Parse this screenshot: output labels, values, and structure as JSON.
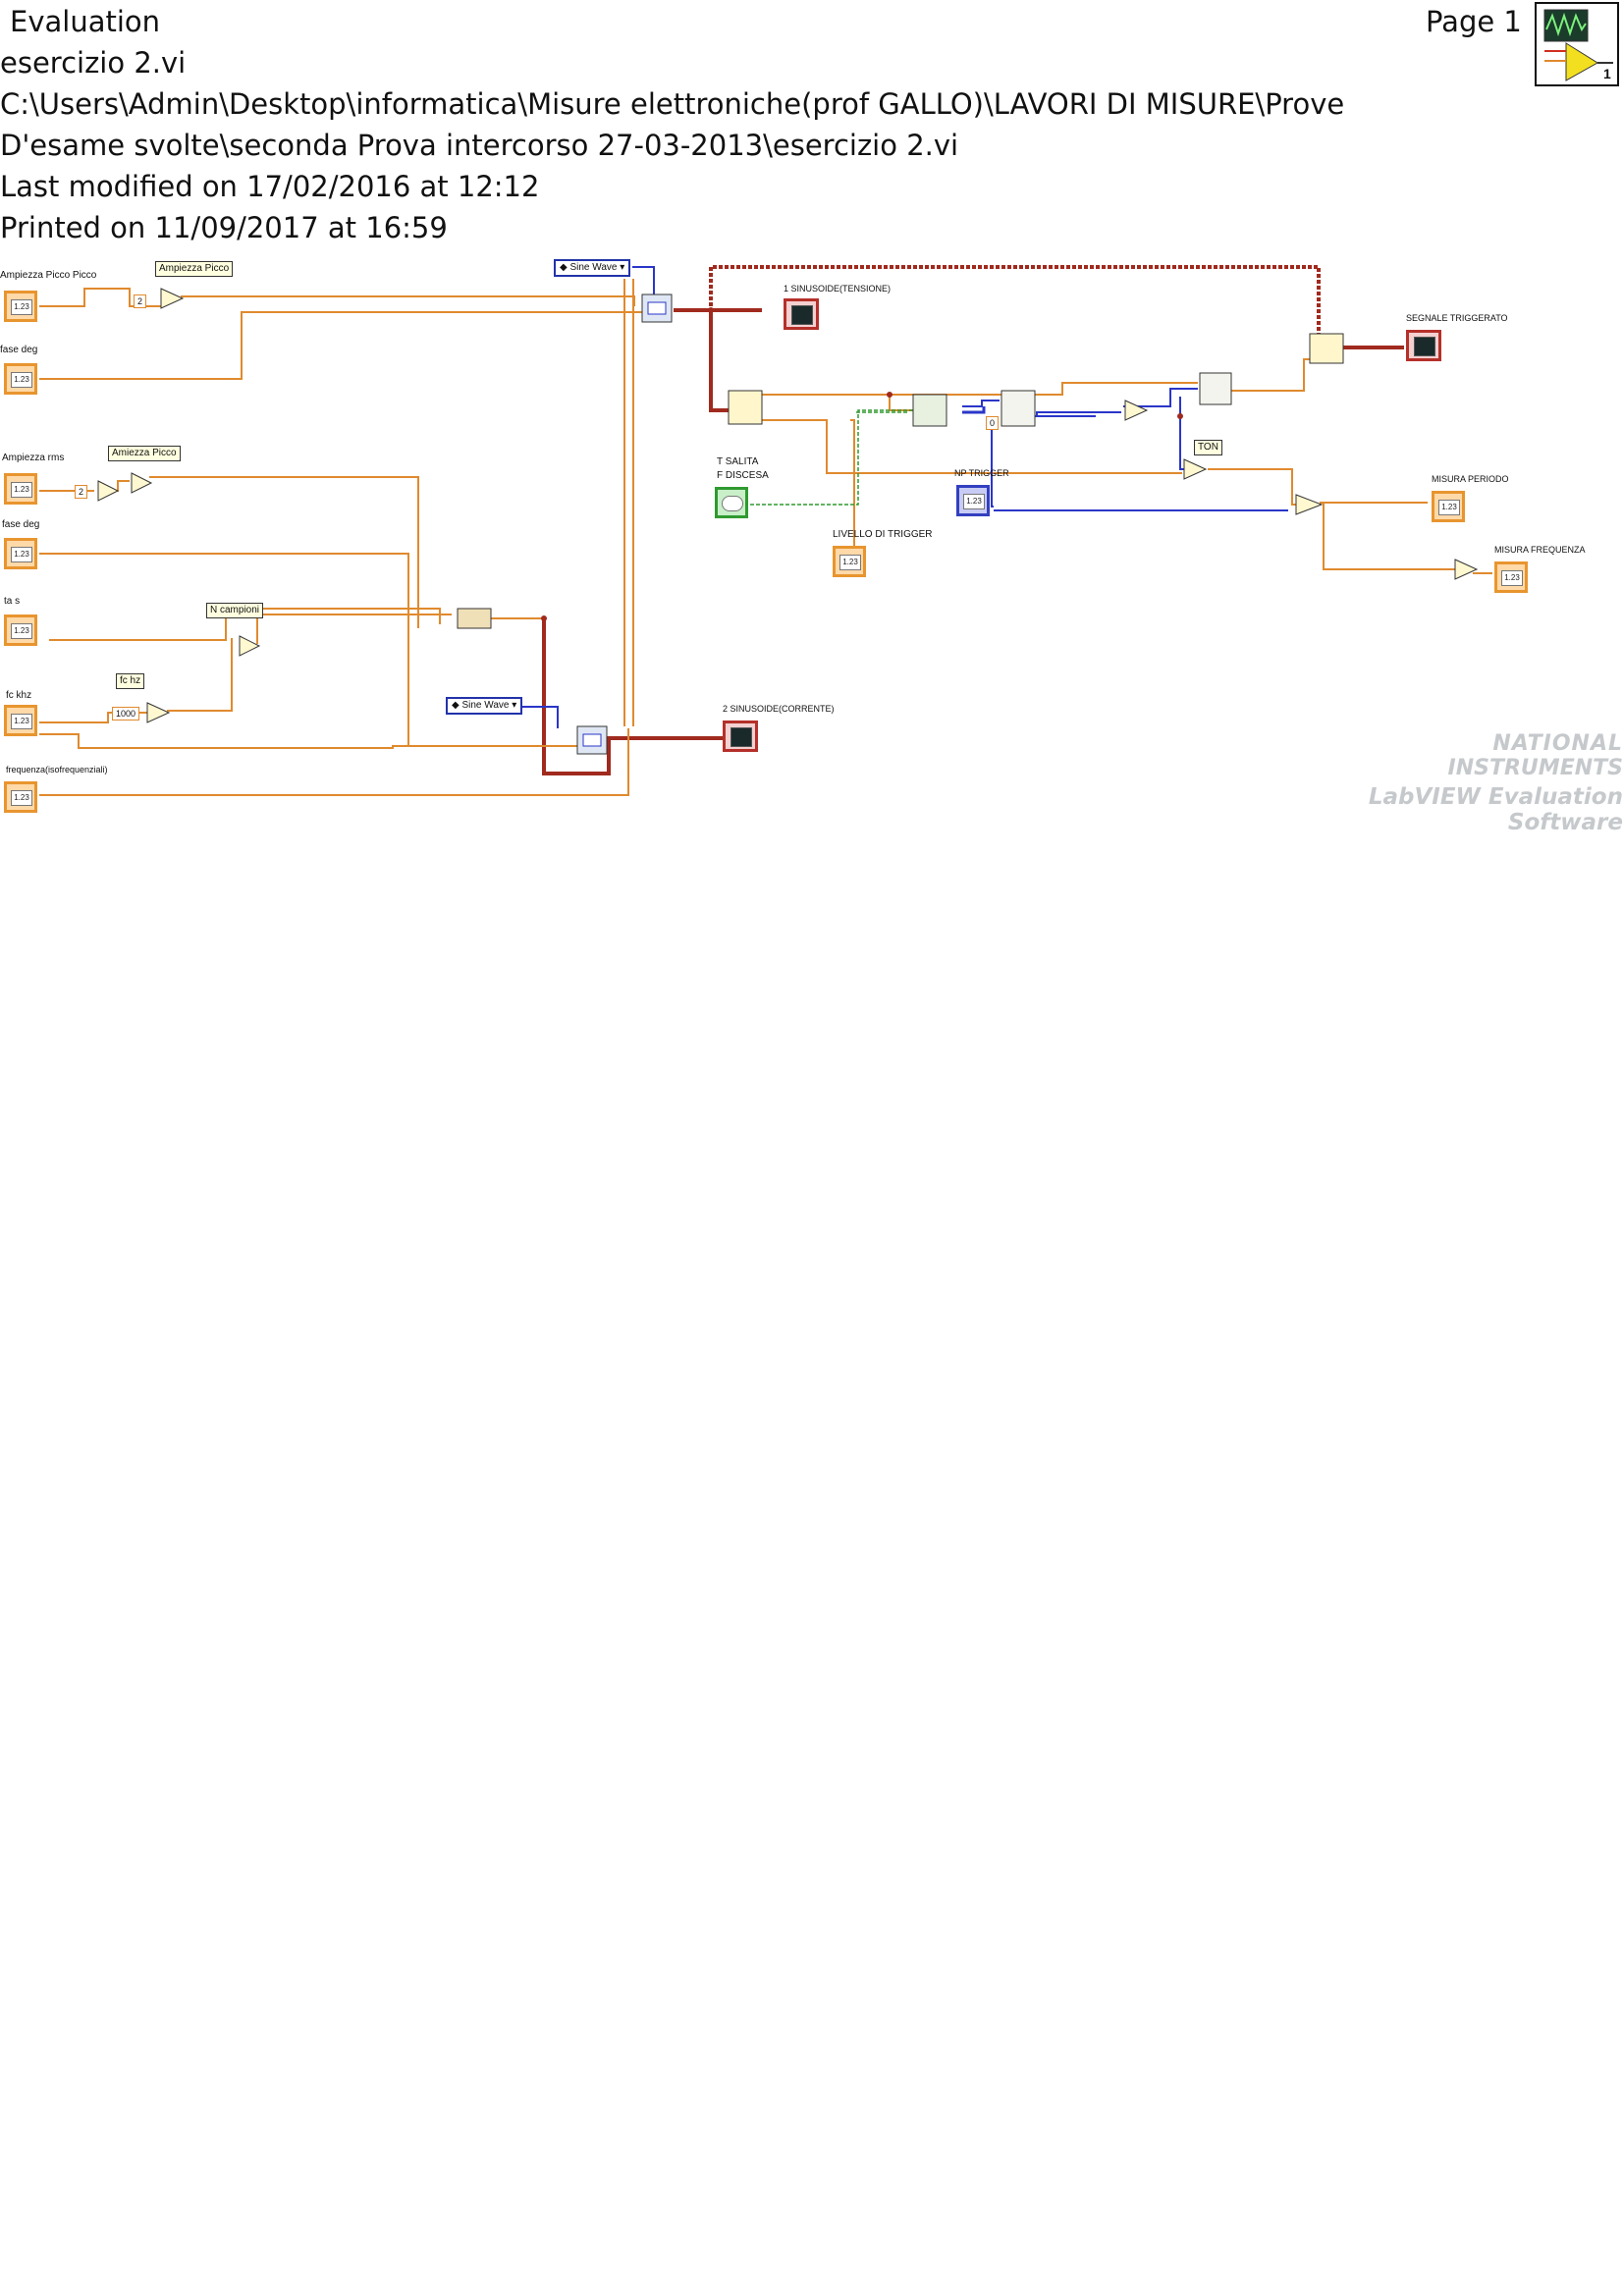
{
  "header": {
    "mode": "Evaluation",
    "page": "Page 1",
    "vi_name": "esercizio 2.vi",
    "path_line1": "C:\\Users\\Admin\\Desktop\\informatica\\Misure elettroniche(prof GALLO)\\LAVORI DI MISURE\\Prove",
    "path_line2": "D'esame svolte\\seconda Prova intercorso 27-03-2013\\esercizio 2.vi",
    "modified": "Last modified on 17/02/2016 at 12:12",
    "printed": "Printed on 11/09/2017 at 16:59",
    "icon_number": "1"
  },
  "diagram": {
    "controls": {
      "ampiezza_pp": "Ampiezza Picco Picco",
      "fase_deg_1": "fase deg",
      "ampiezza_rms": "Ampiezza rms",
      "fase_deg_2": "fase deg",
      "ta": "ta  s",
      "fc_khz": "fc khz",
      "frequenza": "frequenza(isofrequenziali)",
      "t_salita": "T SALITA",
      "f_discesa": "F DISCESA",
      "livello_trigger": "LIVELLO DI TRIGGER",
      "terminal_value": "1.23"
    },
    "indicators": {
      "sinusoide1": "1 SINUSOIDE(TENSIONE)",
      "sinusoide2": "2 SINUSOIDE(CORRENTE)",
      "segnale": "SEGNALE TRIGGERATO",
      "np_trigger": "NP TRIGGER",
      "periodo": "MISURA PERIODO",
      "frequenza": "MISURA FREQUENZA"
    },
    "tags": {
      "ampiezza_picco_1": "Ampiezza Picco",
      "ampiezza_picco_2": "Amiezza Picco",
      "n_campioni": "N campioni",
      "fc_hz": "fc hz",
      "ton": "TON"
    },
    "constants": {
      "two_a": "2",
      "two_b": "2",
      "thousand": "1000",
      "zero": "0"
    },
    "waveform_enum": {
      "sine_1": "Sine Wave",
      "sine_2": "Sine Wave"
    },
    "colors": {
      "numeric_wire": "#e08a2e",
      "waveform_wire": "#a02a1e",
      "integer_wire": "#2a36c8",
      "boolean_wire": "#2f9a2f"
    }
  },
  "watermark": {
    "line1": "NATIONAL",
    "line2": "INSTRUMENTS",
    "line3": "LabVIEW Evaluation Software"
  }
}
